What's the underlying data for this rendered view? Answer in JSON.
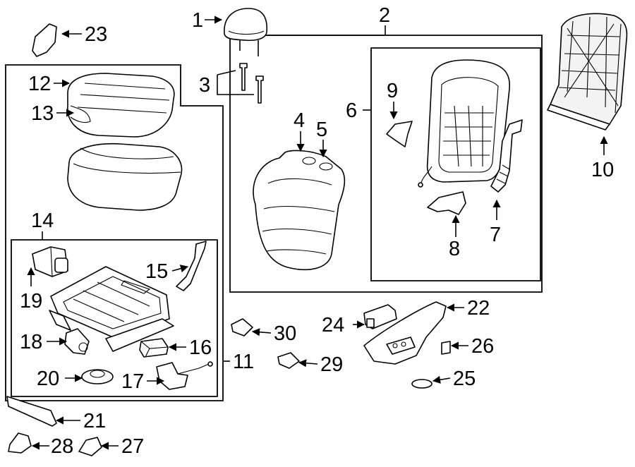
{
  "diagram": {
    "callouts": {
      "c1": "1",
      "c2": "2",
      "c3": "3",
      "c4": "4",
      "c5": "5",
      "c6": "6",
      "c7": "7",
      "c8": "8",
      "c9": "9",
      "c10": "10",
      "c11": "11",
      "c12": "12",
      "c13": "13",
      "c14": "14",
      "c15": "15",
      "c16": "16",
      "c17": "17",
      "c18": "18",
      "c19": "19",
      "c20": "20",
      "c21": "21",
      "c22": "22",
      "c23": "23",
      "c24": "24",
      "c25": "25",
      "c26": "26",
      "c27": "27",
      "c28": "28",
      "c29": "29",
      "c30": "30"
    }
  }
}
